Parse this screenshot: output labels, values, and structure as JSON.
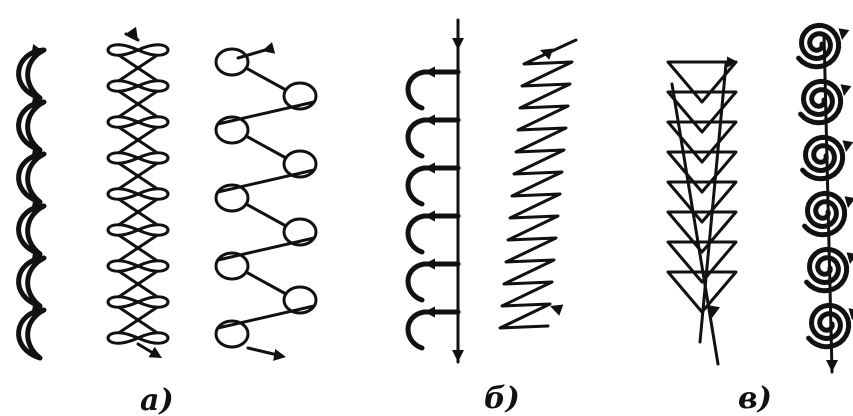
{
  "labels": {
    "a": "а)",
    "b": "б)",
    "c": "в)"
  },
  "colors": {
    "ink": "#111111",
    "paper": "#ffffff"
  }
}
